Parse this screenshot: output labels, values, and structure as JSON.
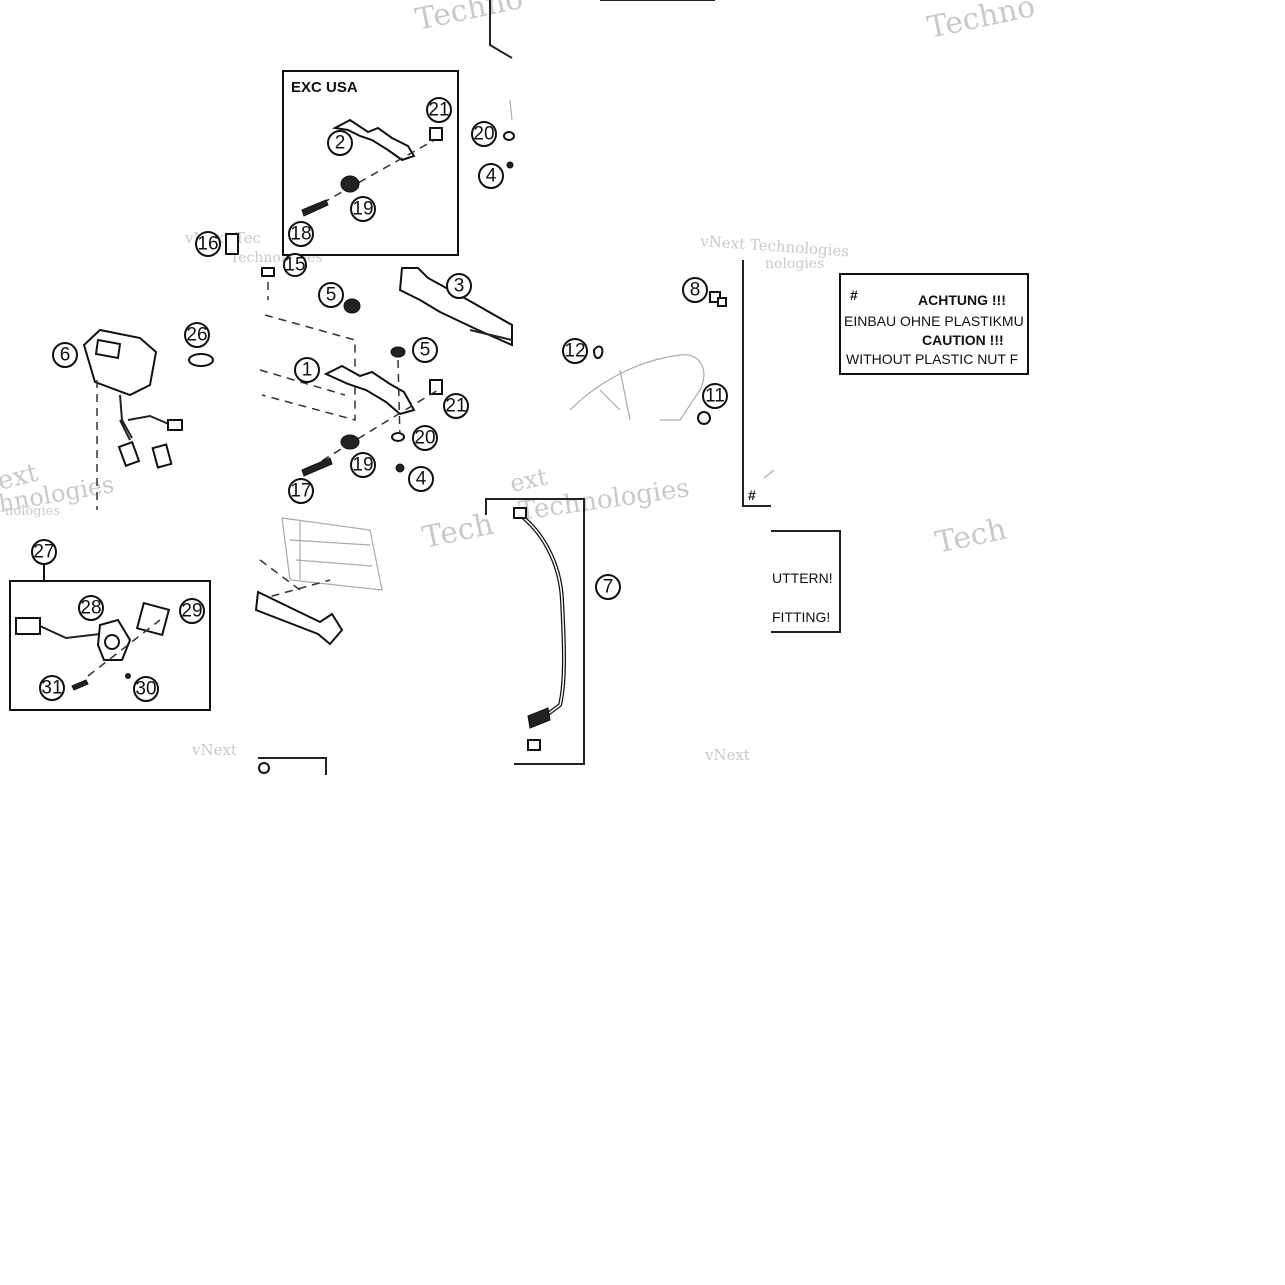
{
  "inset_exc_usa": {
    "title": "EXC USA"
  },
  "callouts": {
    "c1": "1",
    "c2": "2",
    "c3": "3",
    "c4a": "4",
    "c4b": "4",
    "c5a": "5",
    "c5b": "5",
    "c6": "6",
    "c7": "7",
    "c8": "8",
    "c11": "11",
    "c12": "12",
    "c15": "15",
    "c16": "16",
    "c17": "17",
    "c18": "18",
    "c19a": "19",
    "c19b": "19",
    "c20a": "20",
    "c20b": "20",
    "c21a": "21",
    "c21b": "21",
    "c26": "26",
    "c27": "27",
    "c28": "28",
    "c29": "29",
    "c30": "30",
    "c31": "31"
  },
  "note_box": {
    "hash": "#",
    "line1": "ACHTUNG !!!",
    "line2": "EINBAU OHNE PLASTIKMU",
    "line3": "CAUTION !!!",
    "line4": "WITHOUT PLASTIC NUT F"
  },
  "note_fragments": {
    "frag1": "UTTERN!",
    "frag2": "FITTING!",
    "hash2": "#"
  },
  "watermarks": {
    "w1": "Techno",
    "w2": "Techno",
    "w3": "vNext Tec",
    "w4": "Technologies",
    "w5": "vNext Technologies",
    "w6": "nologies",
    "w7": "ext",
    "w8": "hnologies",
    "w9": "Technologies",
    "w10": "Tech",
    "w11": "ext",
    "w12": "nologies",
    "w13": "Tech",
    "w14": "vNext",
    "w15": "vNext"
  }
}
